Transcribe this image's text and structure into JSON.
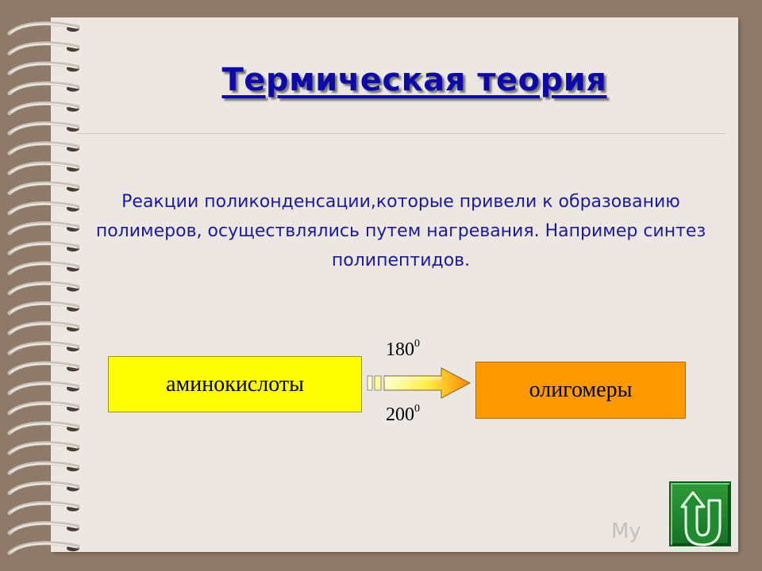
{
  "slide": {
    "title": "Термическая теория",
    "body": "Реакции поликонденсации,которые привели к образованию полимеров, осуществлялись путем нагревания. Например синтез полипептидов."
  },
  "diagram": {
    "reactant": "аминокислоты",
    "product": "олигомеры",
    "temp_top_value": "180",
    "temp_top_sup": "0",
    "temp_bottom_value": "200",
    "temp_bottom_sup": "0"
  },
  "navigation": {
    "return_icon": "u-turn-back-arrow-icon"
  },
  "watermark": {
    "text": "My"
  },
  "colors": {
    "background": "#8f7a6a",
    "paper": "#ece7e3",
    "title": "#0e0aa8",
    "body_text": "#1b1a9a",
    "reactant_box": "#ffff00",
    "product_box": "#ff9900",
    "nav_button": "#1f8a30"
  }
}
